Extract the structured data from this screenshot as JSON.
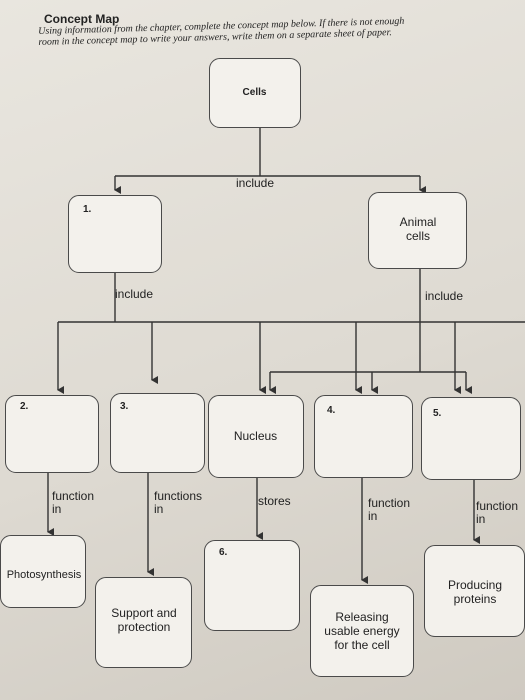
{
  "header": {
    "title": "Concept Map",
    "instructions": "Using information from the chapter, complete the concept map below. If there is not enough room in the concept map to write your answers, write them on a separate sheet of paper."
  },
  "nodes": {
    "cells": "Cells",
    "blank_1": "1.",
    "animal_cells": "Animal cells",
    "blank_2": "2.",
    "blank_3": "3.",
    "nucleus": "Nucleus",
    "blank_4": "4.",
    "blank_5": "5.",
    "photosynthesis": "Photosynthesis",
    "support_protection": "Support and protection",
    "blank_6": "6.",
    "releasing_energy": "Releasing usable energy for the cell",
    "producing_proteins": "Producing proteins"
  },
  "links": {
    "cells_include": "include",
    "left_include": "include",
    "right_include": "include",
    "function_in": "function in",
    "functions_in": "functions in",
    "stores": "stores",
    "function_in_4": "function in",
    "function_in_5": "function in"
  }
}
